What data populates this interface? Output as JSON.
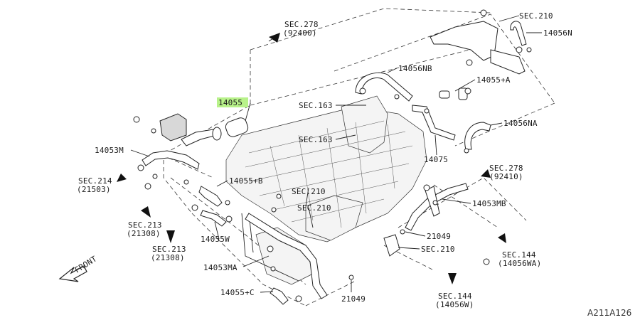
{
  "labels": {
    "sec278_top": "SEC.278",
    "sec278_top_code": "(92400)",
    "sec210_topright": "SEC.210",
    "p14056n": "14056N",
    "p14056nb": "14056NB",
    "p14055a": "14055+A",
    "p14055_highlight": "14055",
    "sec163_a": "SEC.163",
    "sec163_b": "SEC.163",
    "p14056na": "14056NA",
    "p14053m": "14053M",
    "p14075": "14075",
    "sec214": "SEC.214",
    "sec214_code": "(21503)",
    "p14055b": "14055+B",
    "sec278_right": "SEC.278",
    "sec278_right_code": "(92410)",
    "sec210_mid": "SEC.210",
    "p14053mb": "14053MB",
    "sec213_left": "SEC.213",
    "sec213_left_code": "(21308)",
    "sec210_center": "SEC.210",
    "p14055w": "14055W",
    "p21049_mid": "21049",
    "sec213_bottom": "SEC.213",
    "sec213_bottom_code": "(21308)",
    "sec210_lower": "SEC.210",
    "sec144_right": "SEC.144",
    "sec144_right_code": "(14056WA)",
    "p14053ma": "14053MA",
    "front": "FRONT",
    "p14055c": "14055+C",
    "p21049_bottom": "21049",
    "sec144_bottom": "SEC.144",
    "sec144_bottom_code": "(14056W)",
    "diagram_id": "A211A126"
  },
  "colors": {
    "highlight": "#b8f28a",
    "ink": "#222222"
  }
}
